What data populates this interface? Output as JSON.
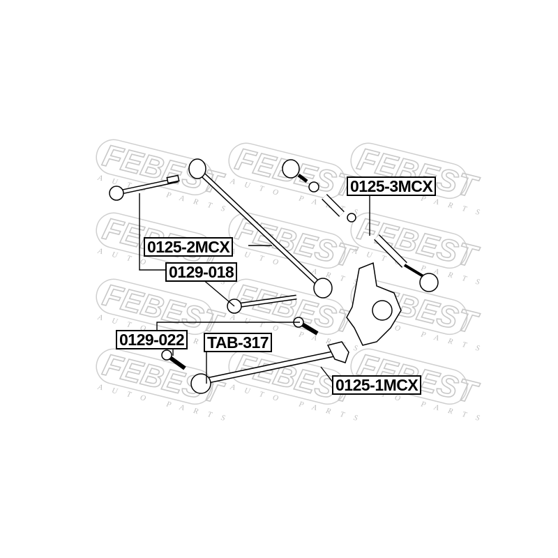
{
  "diagram": {
    "brand_watermark": "FEBEST",
    "watermark_subtitle": "AUTO PARTS",
    "colors": {
      "watermark": "#c8c8c8",
      "line": "#000000",
      "background": "#ffffff"
    },
    "labels": [
      {
        "id": "0125-3MCX",
        "text": "0125-3MCX"
      },
      {
        "id": "0125-2MCX",
        "text": "0125-2MCX"
      },
      {
        "id": "0129-018",
        "text": "0129-018"
      },
      {
        "id": "0129-022",
        "text": "0129-022"
      },
      {
        "id": "TAB-317",
        "text": "TAB-317"
      },
      {
        "id": "0125-1MCX",
        "text": "0125-1MCX"
      }
    ]
  }
}
